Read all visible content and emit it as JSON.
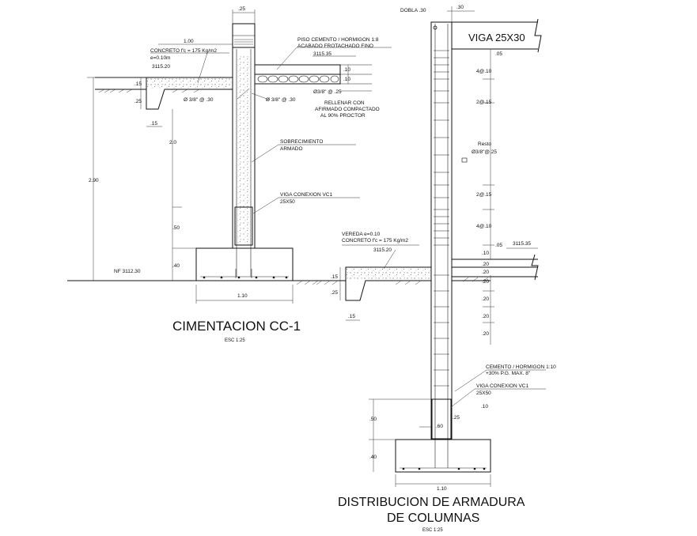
{
  "left": {
    "title": "CIMENTACION CC-1",
    "scale": "ESC 1:25",
    "dims": {
      "top_col": ".25",
      "slab_width": "1.00",
      "total_height": "2.90",
      "d_20": "2.0",
      "d_50": ".50",
      "d_40": ".40",
      "footing_width": "1.10",
      "d_15_a": ".15",
      "d_25_a": ".25",
      "d_15_b": ".15",
      "d_10_a": ".10",
      "d_10_b": ".10"
    },
    "notes": {
      "concreto": "CONCRETO f'c = 175 Kg/m2",
      "espesor": "e=0.10m",
      "elev_vereda": "3115.20",
      "piso": "PISO CEMENTO / HORMIGON 1:8",
      "acabado": "ACABADO FROTACHADO FINO",
      "elev_piso": "3115.35",
      "rebar_a": "Ø 3/8\" @ .30",
      "rebar_b": "Ø 3/8\" @ .30",
      "rebar_c": "Ø3/8\" @ .25",
      "rellenar1": "RELLENAR CON",
      "rellenar2": "AFIRMADO COMPACTADO",
      "rellenar3": "AL 90% PROCTOR",
      "sobre1": "SOBRECIMIENTO",
      "sobre2": "ARMADO",
      "viga1": "VIGA CONEXION VC1",
      "viga2": "25X50",
      "nf": "NF 3112.30"
    }
  },
  "right": {
    "title1": "DISTRIBUCION DE ARMADURA",
    "title2": "DE COLUMNAS",
    "scale": "ESC 1:25",
    "dims": {
      "top_col": ".30",
      "dobla": "DOBLA .30",
      "viga": "VIGA 25X30",
      "d_05_top": ".05",
      "s1": "4@.10",
      "s2": "2@.15",
      "resto1": "Resto",
      "resto2": "Ø3/8\"@.25",
      "s3": "2@.15",
      "s4": "4@.10",
      "d_05_b": ".05",
      "elev_b": "3115.35",
      "d_10_c": ".10",
      "d_20_a": ".20",
      "d_20_b": ".20",
      "d_20_c": ".20",
      "d_20_d": ".20",
      "d_20_e": ".20",
      "d_20_f": ".20",
      "d_50": ".50",
      "d_40": ".40",
      "d_25": ".25",
      "d_10_d": ".10",
      "d_60": ".60",
      "footing_width": "1.10",
      "d_15_a": ".15",
      "d_25_a": ".25",
      "d_15_b": ".15"
    },
    "notes": {
      "vereda": "VEREDA e=0.10",
      "concreto": "CONCRETO f'c = 175 Kg/m2",
      "elev_vereda": "3115.20",
      "cemento1": "CEMENTO / HORMIGON 1:10",
      "cemento2": "+30% P.G. MAX. 8\"",
      "viga1": "VIGA CONEXION VC1",
      "viga2": "25X50"
    }
  }
}
